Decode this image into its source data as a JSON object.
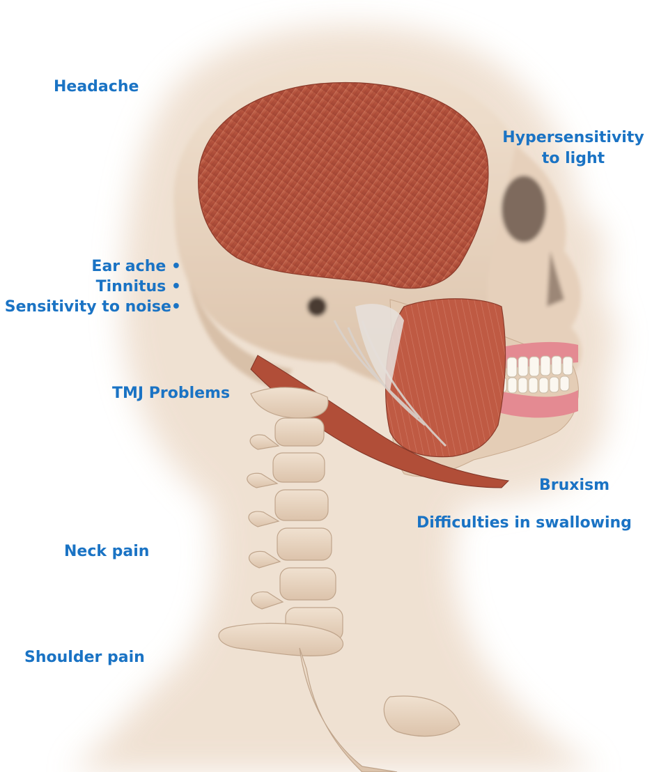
{
  "labels": {
    "headache": "Headache",
    "hypersensitivity_line1": "Hypersensitivity",
    "hypersensitivity_line2": "to light",
    "ear_ache": "Ear ache •",
    "tinnitus": "Tinnitus •",
    "sensitivity_noise": "Sensitivity to noise•",
    "tmj": "TMJ Problems",
    "bruxism": "Bruxism",
    "swallowing": "Difficulties in swallowing",
    "neck_pain": "Neck pain",
    "shoulder_pain": "Shoulder pain"
  },
  "colors": {
    "label_text": "#1a73c4",
    "bone": "#e9d6c2",
    "muscle": "#b8553f",
    "silhouette": "#ecdccb",
    "gum": "#e48a92",
    "teeth": "#fbf7f0"
  }
}
